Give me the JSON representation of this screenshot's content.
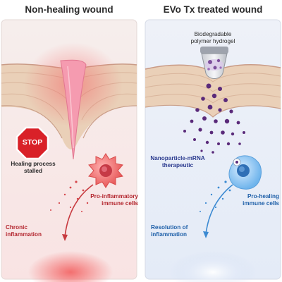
{
  "left_panel": {
    "title": "Non-healing wound",
    "stop_sign": "STOP",
    "stalled_label": "Healing process stalled",
    "immune_label": "Pro-inflammatory immune cells",
    "outcome_label": "Chronic inflammation"
  },
  "right_panel": {
    "title": "EVo Tx treated wound",
    "hydrogel_label": "Biodegradable polymer hydrogel",
    "therapeutic_label": "Nanoparticle-mRNA therapeutic",
    "immune_label": "Pro-healing immune cells",
    "outcome_label": "Resolution of inflammation"
  },
  "colors": {
    "inflamed_red": "#b3262e",
    "healing_blue": "#1e5fa8",
    "nanoparticle_purple": "#5a2a7a",
    "skin_tan": "#ead0b8"
  }
}
